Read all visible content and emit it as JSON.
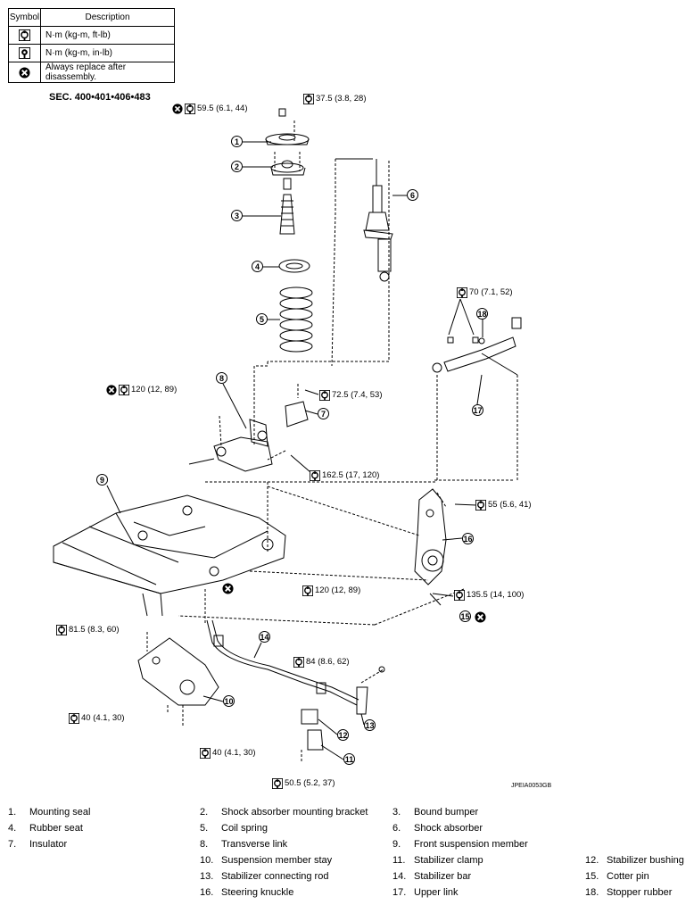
{
  "symbol_table": {
    "header_symbol": "Symbol",
    "header_description": "Description",
    "rows": [
      {
        "icon": "torque-wrench-icon",
        "description": "N·m (kg-m, ft-lb)"
      },
      {
        "icon": "torque-wrench-small-icon",
        "description": "N·m (kg-m, in-lb)"
      },
      {
        "icon": "replace-x-icon",
        "description": "Always replace after disassembly."
      }
    ]
  },
  "section": "SEC. 400•401•406•483",
  "torques": {
    "t1": "59.5 (6.1, 44)",
    "t2": "37.5 (3.8, 28)",
    "t3": "70 (7.1, 52)",
    "t4": "120 (12, 89)",
    "t5": "72.5 (7.4, 53)",
    "t6": "162.5 (17, 120)",
    "t7": "55 (5.6, 41)",
    "t8": "120 (12, 89)",
    "t9": "135.5 (14, 100)",
    "t10": "81.5 (8.3, 60)",
    "t11": "84 (8.6, 62)",
    "t12": "40 (4.1, 30)",
    "t13": "40 (4.1, 30)",
    "t14": "50.5 (5.2, 37)"
  },
  "callouts": [
    "1",
    "2",
    "3",
    "4",
    "5",
    "6",
    "7",
    "8",
    "9",
    "10",
    "11",
    "12",
    "13",
    "14",
    "15",
    "16",
    "17",
    "18"
  ],
  "figure_id": "JPEIA0053GB",
  "legend": [
    {
      "num": "1.",
      "name": "Mounting seal"
    },
    {
      "num": "2.",
      "name": "Shock absorber mounting bracket"
    },
    {
      "num": "3.",
      "name": "Bound bumper"
    },
    {
      "num": "4.",
      "name": "Rubber seat"
    },
    {
      "num": "5.",
      "name": "Coil spring"
    },
    {
      "num": "6.",
      "name": "Shock absorber"
    },
    {
      "num": "7.",
      "name": "Insulator"
    },
    {
      "num": "8.",
      "name": "Transverse link"
    },
    {
      "num": "9.",
      "name": "Front suspension member"
    },
    {
      "num": "10.",
      "name": "Suspension member stay"
    },
    {
      "num": "11.",
      "name": "Stabilizer clamp"
    },
    {
      "num": "12.",
      "name": "Stabilizer bushing"
    },
    {
      "num": "13.",
      "name": "Stabilizer connecting rod"
    },
    {
      "num": "14.",
      "name": "Stabilizer bar"
    },
    {
      "num": "15.",
      "name": "Cotter pin"
    },
    {
      "num": "16.",
      "name": "Steering knuckle"
    },
    {
      "num": "17.",
      "name": "Upper link"
    },
    {
      "num": "18.",
      "name": "Stopper rubber"
    }
  ]
}
